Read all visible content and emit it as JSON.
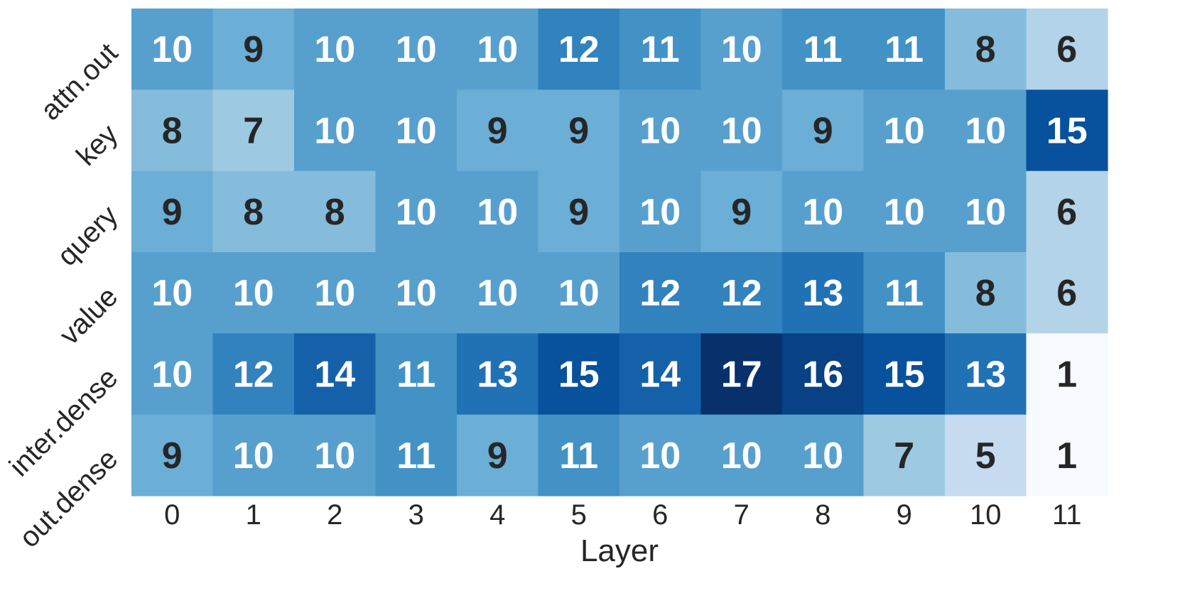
{
  "chart_data": {
    "type": "heatmap",
    "xlabel": "Layer",
    "ylabel": "",
    "x_categories": [
      "0",
      "1",
      "2",
      "3",
      "4",
      "5",
      "6",
      "7",
      "8",
      "9",
      "10",
      "11"
    ],
    "y_categories": [
      "attn.out",
      "key",
      "query",
      "value",
      "inter.dense",
      "out.dense"
    ],
    "values": [
      [
        10,
        9,
        10,
        10,
        10,
        12,
        11,
        10,
        11,
        11,
        8,
        6
      ],
      [
        8,
        7,
        10,
        10,
        9,
        9,
        10,
        10,
        9,
        10,
        10,
        15
      ],
      [
        9,
        8,
        8,
        10,
        10,
        9,
        10,
        9,
        10,
        10,
        10,
        6
      ],
      [
        10,
        10,
        10,
        10,
        10,
        10,
        12,
        12,
        13,
        11,
        8,
        6
      ],
      [
        10,
        12,
        14,
        11,
        13,
        15,
        14,
        17,
        16,
        15,
        13,
        1
      ],
      [
        9,
        10,
        10,
        11,
        9,
        11,
        10,
        10,
        10,
        7,
        5,
        1
      ]
    ],
    "colormap": "Blues",
    "vmin": 1,
    "vmax": 17,
    "annotations": true,
    "colors": {
      "dark_text": "#262626",
      "light_text": "#ffffff"
    }
  }
}
